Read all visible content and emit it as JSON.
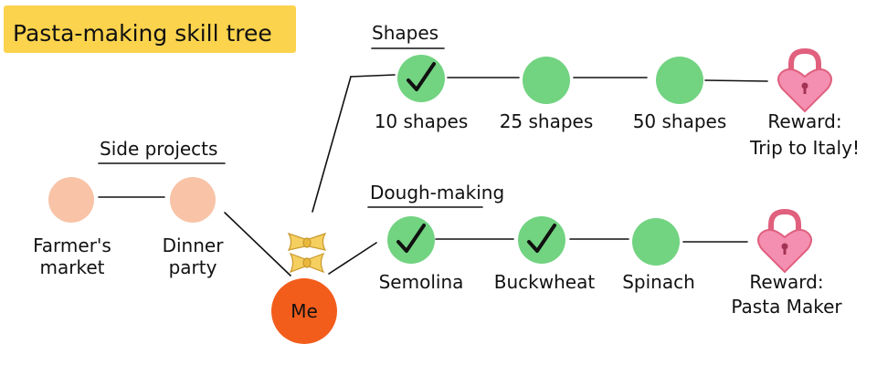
{
  "title": "Pasta-making skill tree",
  "sections": {
    "shapes": "Shapes",
    "dough": "Dough-making",
    "side": "Side projects"
  },
  "me_label": "Me",
  "shapes_nodes": [
    {
      "label": "10 shapes",
      "done": true
    },
    {
      "label": "25 shapes",
      "done": false
    },
    {
      "label": "50 shapes",
      "done": false
    }
  ],
  "shapes_reward": {
    "line1": "Reward:",
    "line2": "Trip to Italy!"
  },
  "dough_nodes": [
    {
      "label": "Semolina",
      "done": true
    },
    {
      "label": "Buckwheat",
      "done": true
    },
    {
      "label": "Spinach",
      "done": false
    }
  ],
  "dough_reward": {
    "line1": "Reward:",
    "line2": "Pasta Maker"
  },
  "side_nodes": [
    {
      "line1": "Farmer's",
      "line2": "market"
    },
    {
      "line1": "Dinner",
      "line2": "party"
    }
  ],
  "colors": {
    "title_highlight": "#fcd34d",
    "skill_node": "#72d381",
    "side_node": "#f8c3a7",
    "me_node": "#f25d1c",
    "reward_lock": "#f48fb1"
  },
  "icons": {
    "done": "check-icon",
    "reward": "heart-lock-icon",
    "decoration": "farfalle-pasta-icon"
  }
}
